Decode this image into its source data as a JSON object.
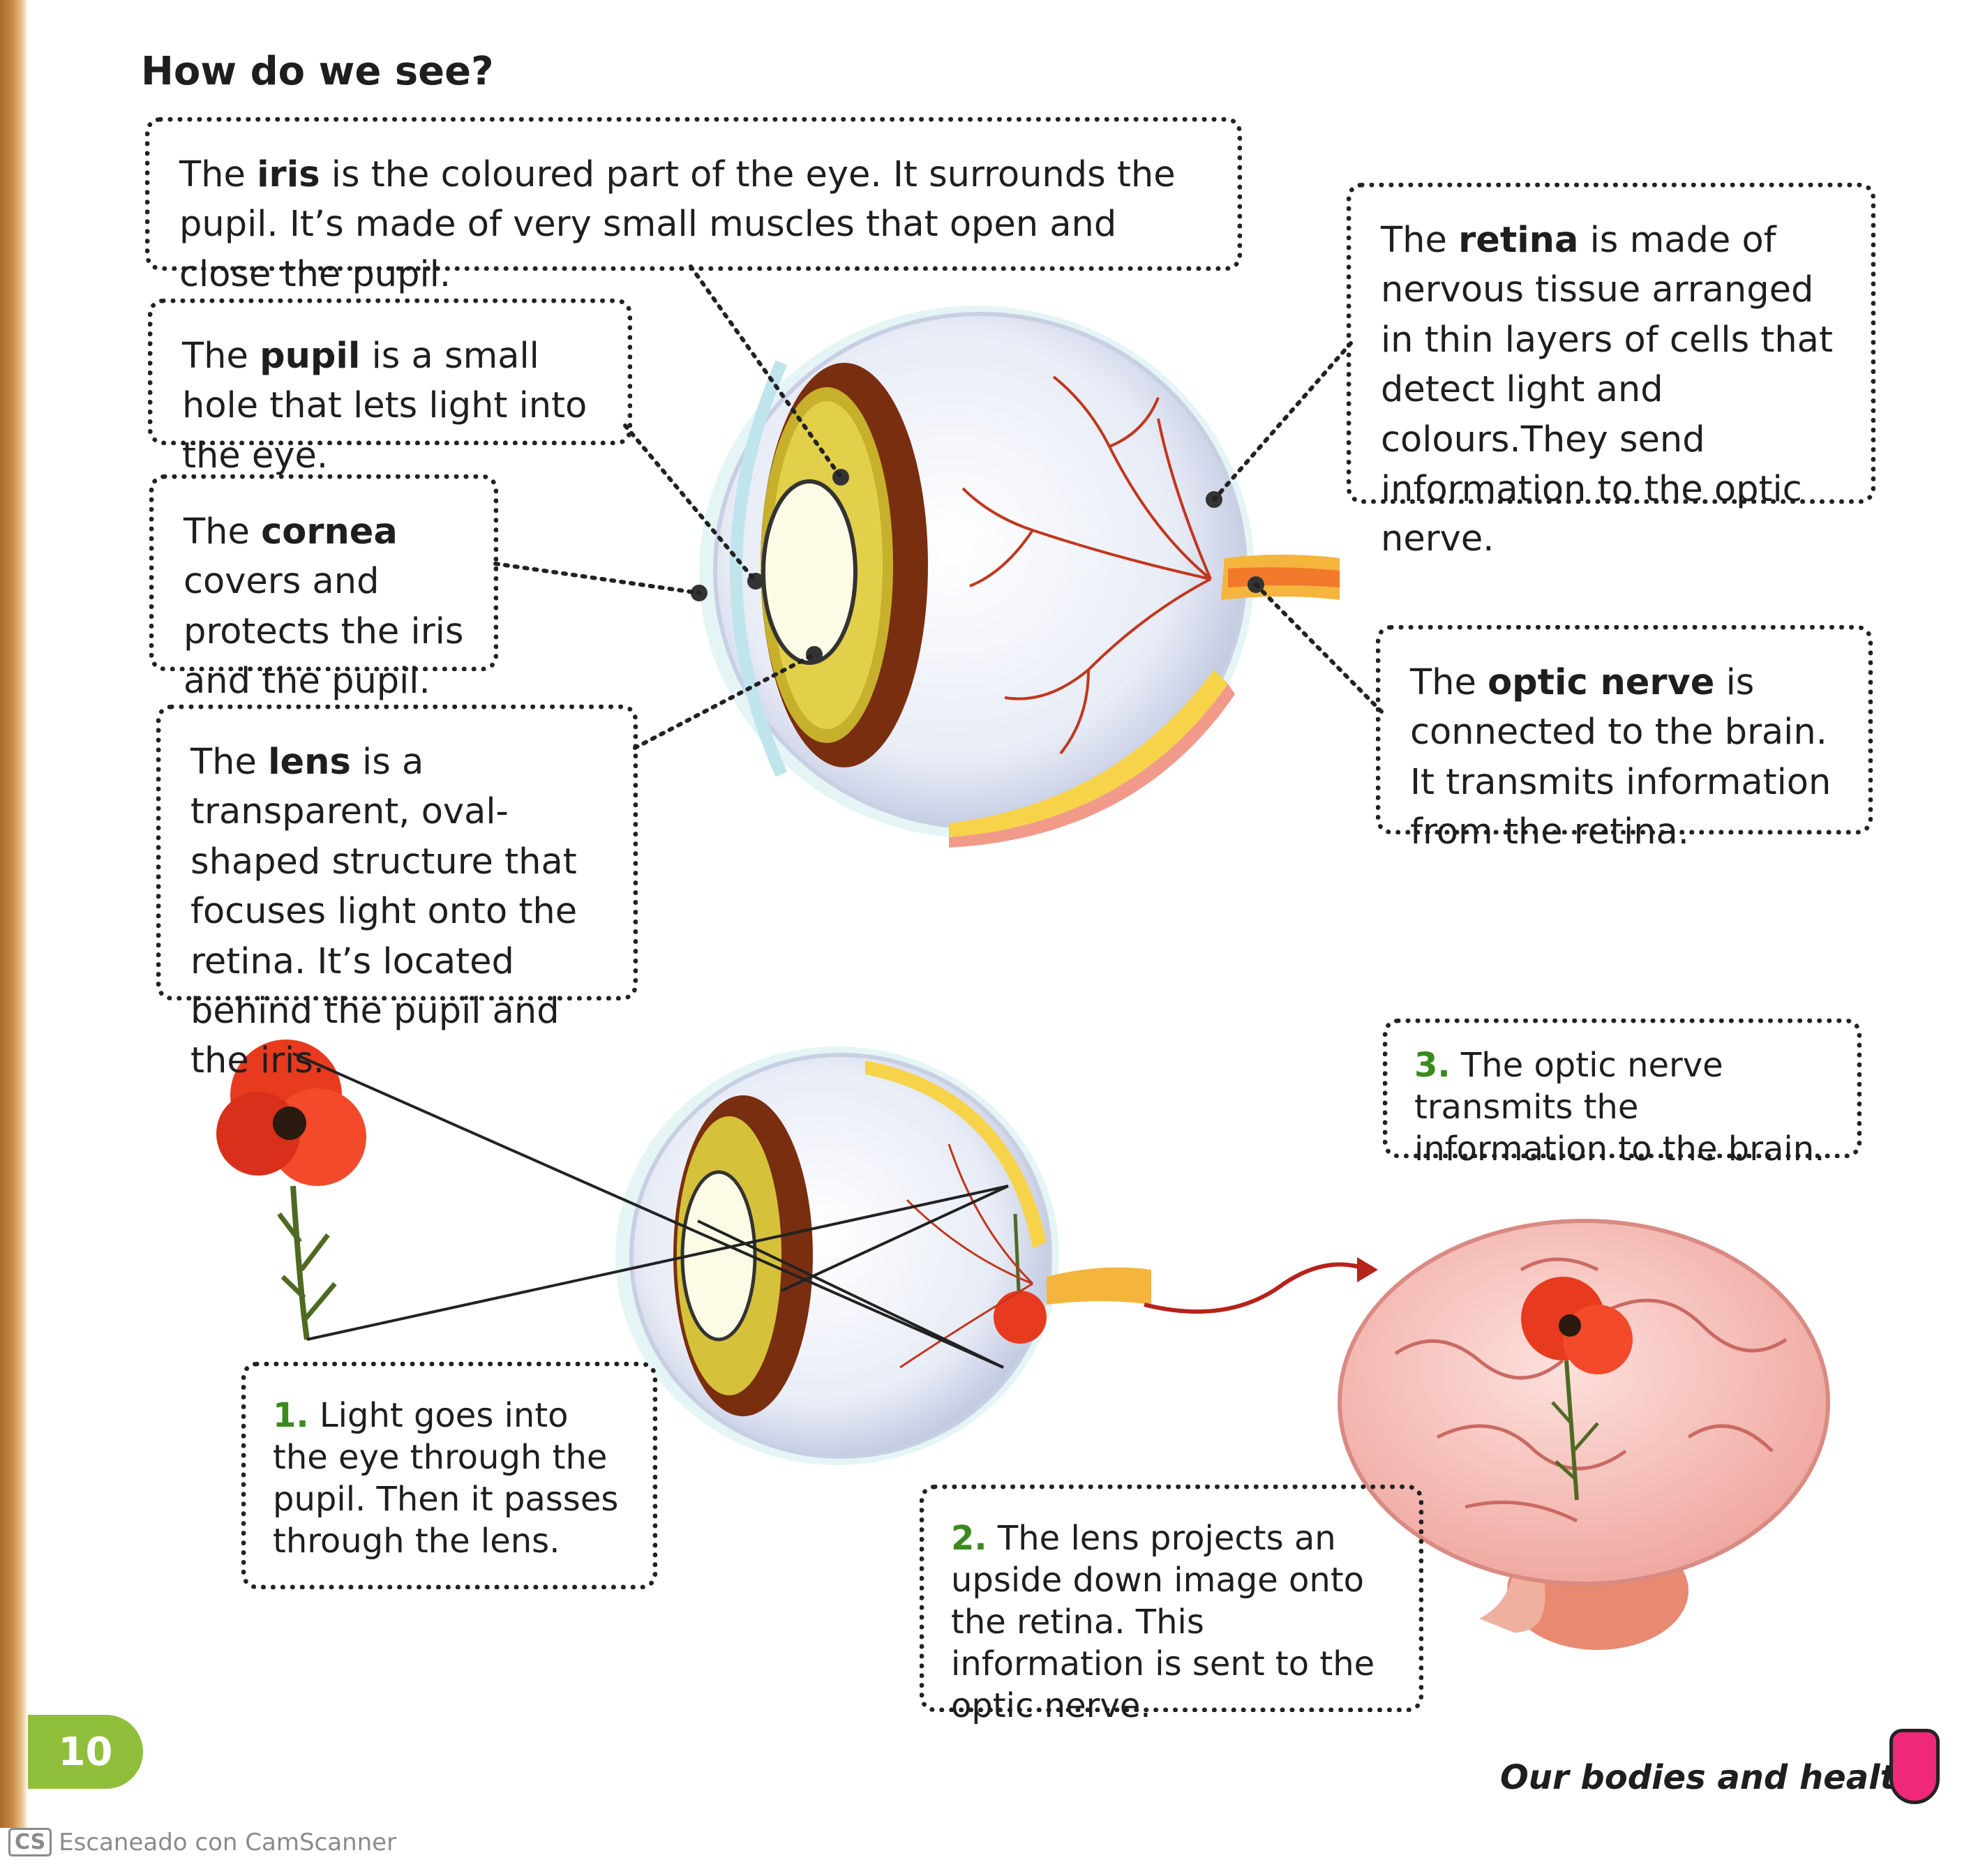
{
  "title": "How do we see?",
  "callouts": {
    "iris": {
      "pre": "The ",
      "term": "iris",
      "post": " is the coloured part of the eye. It surrounds the pupil. It’s made of very small muscles that open and close the pupil."
    },
    "pupil": {
      "pre": "The ",
      "term": "pupil",
      "post": " is a small hole that lets light into the eye."
    },
    "cornea": {
      "pre": "The ",
      "term": "cornea",
      "post": " covers and protects the iris and the pupil."
    },
    "lens": {
      "pre": "The ",
      "term": "lens",
      "post": " is a transparent, oval-shaped structure that focuses light onto the retina. It’s located behind the pupil and the iris."
    },
    "retina": {
      "pre": "The ",
      "term": "retina",
      "post": " is made of nervous tissue arranged in thin layers of cells that detect light and colours.They send information to the optic nerve."
    },
    "optic_nerve": {
      "pre": "The ",
      "term": "optic nerve",
      "post": " is connected to the brain. It transmits information from the retina."
    }
  },
  "steps": [
    {
      "num": "1.",
      "text": "Light goes into the eye through the pupil. Then it passes through the lens."
    },
    {
      "num": "2.",
      "text": "The lens projects an upside down image onto the retina. This information is sent to the optic nerve."
    },
    {
      "num": "3.",
      "text": "The optic nerve transmits the information to the brain."
    }
  ],
  "page_number": "10",
  "footer": "Our bodies and health",
  "watermark": {
    "logo": "CS",
    "text": "Escaneado con CamScanner"
  },
  "colors": {
    "accent_green": "#8fbf3a",
    "step_green": "#3a8a1e",
    "tab_pink": "#f0287a"
  },
  "illustrations": [
    "eye-cross-section",
    "eye-image-formation",
    "poppy-flower",
    "brain"
  ]
}
